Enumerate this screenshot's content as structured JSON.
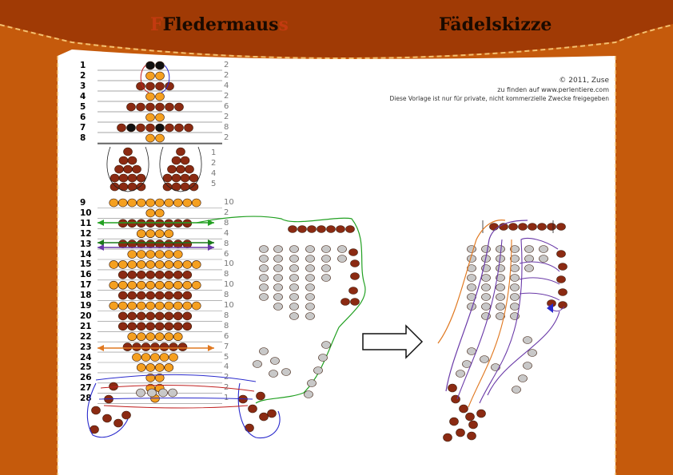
{
  "titles": {
    "pattern_prefix": "F",
    "pattern": "Fledermaus",
    "pattern_suffix": "s",
    "threading": "Fädelskizze"
  },
  "credits": {
    "copyright": "© 2011, Zuse",
    "source": "zu finden auf www.perlentiere.com",
    "notice": "Diese Vorlage ist nur für private, nicht kommerzielle Zwecke freigegeben"
  },
  "colors": {
    "frame": "#c55a0c",
    "frame_dark": "#a03a05",
    "bead_brown": "#8b2a12",
    "bead_orange": "#f5a020",
    "bead_grey": "#c8c8c8",
    "bead_black": "#111111",
    "thread_green": "#22a022",
    "thread_purple": "#6a3aa8",
    "thread_orange": "#e07820",
    "thread_blue": "#2a2acc"
  },
  "rows_top": [
    {
      "num": "1",
      "count": "2"
    },
    {
      "num": "2",
      "count": "2"
    },
    {
      "num": "3",
      "count": "4"
    },
    {
      "num": "4",
      "count": "2"
    },
    {
      "num": "5",
      "count": "6"
    },
    {
      "num": "6",
      "count": "2"
    },
    {
      "num": "7",
      "count": "8"
    },
    {
      "num": "8",
      "count": "2"
    }
  ],
  "ear_counts": [
    "1",
    "2",
    "4",
    "5"
  ],
  "rows_body": [
    {
      "num": "9",
      "count": "10"
    },
    {
      "num": "10",
      "count": "2"
    },
    {
      "num": "11",
      "count": "8"
    },
    {
      "num": "12",
      "count": "4"
    },
    {
      "num": "13",
      "count": "8"
    },
    {
      "num": "14",
      "count": "6"
    },
    {
      "num": "15",
      "count": "10"
    },
    {
      "num": "16",
      "count": "8"
    },
    {
      "num": "17",
      "count": "10"
    },
    {
      "num": "18",
      "count": "8"
    },
    {
      "num": "19",
      "count": "10"
    },
    {
      "num": "20",
      "count": "8"
    },
    {
      "num": "21",
      "count": "8"
    },
    {
      "num": "22",
      "count": "6"
    },
    {
      "num": "23",
      "count": "7"
    },
    {
      "num": "24",
      "count": "5"
    },
    {
      "num": "25",
      "count": "4"
    },
    {
      "num": "26",
      "count": "2"
    },
    {
      "num": "27",
      "count": "2"
    },
    {
      "num": "28",
      "count": "1"
    }
  ],
  "head_widths": [
    2,
    2,
    4,
    2,
    6,
    2,
    8,
    2
  ],
  "body_widths": [
    10,
    2,
    8,
    4,
    8,
    6,
    10,
    8,
    10,
    8,
    10,
    8,
    8,
    6,
    7,
    5,
    4,
    2,
    2,
    1
  ],
  "icons": [
    "arrow-right-icon"
  ]
}
